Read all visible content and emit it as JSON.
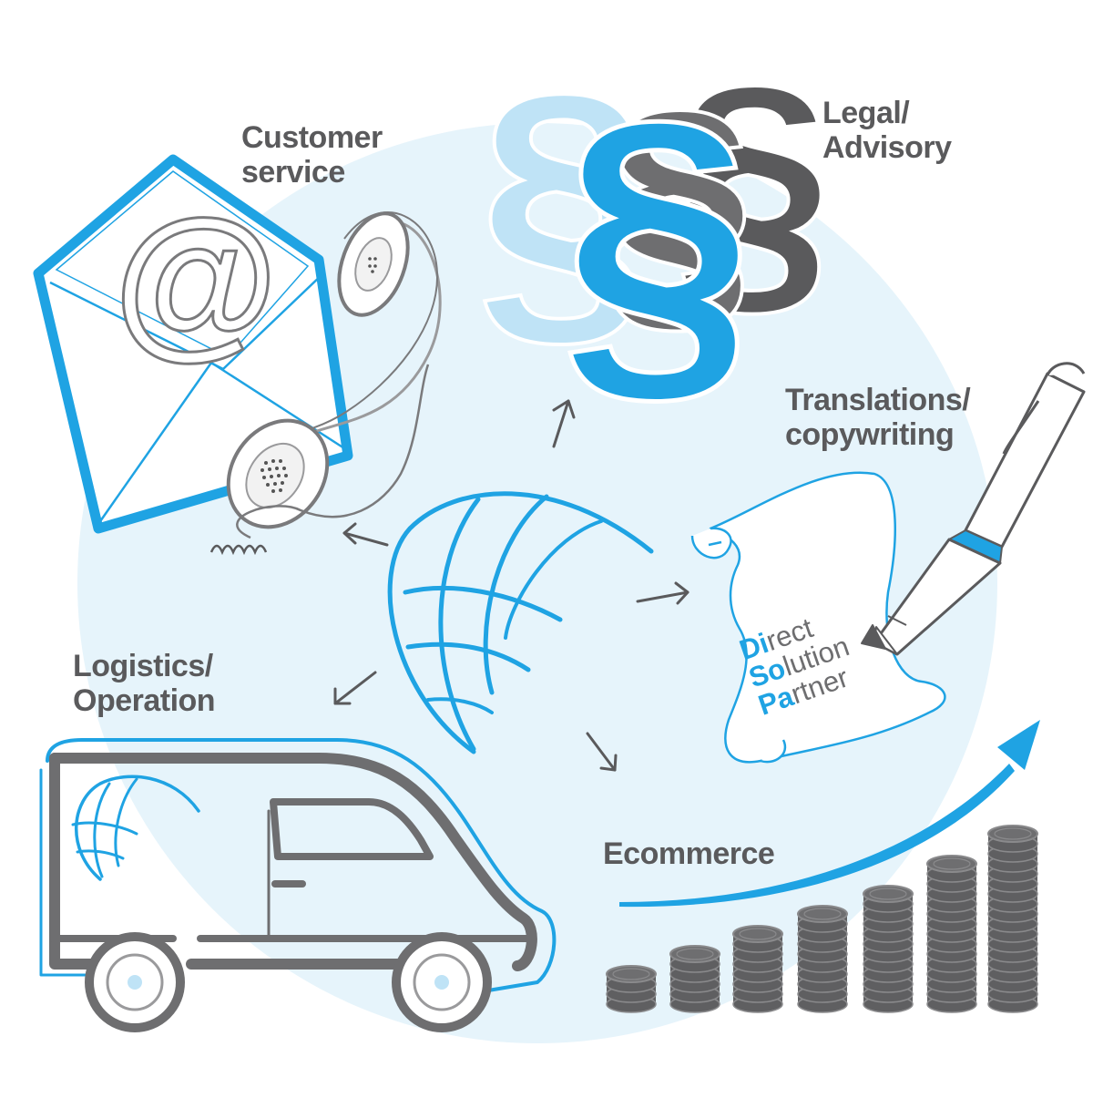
{
  "labels": {
    "customer_service": [
      "Customer",
      "service"
    ],
    "legal": [
      "Legal/",
      "Advisory"
    ],
    "translations": [
      "Translations/",
      "copywriting"
    ],
    "logistics": [
      "Logistics/",
      "Operation"
    ],
    "ecommerce": "Ecommerce"
  },
  "scroll_text": {
    "line1_bold": "Di",
    "line1_rest": "rect",
    "line2_bold": "So",
    "line2_rest": "lution",
    "line3_bold": "Pa",
    "line3_rest": "rtner"
  },
  "icons": [
    "envelope-icon",
    "at-sign-icon",
    "telephone-handset-icon",
    "paragraph-sign-icon",
    "globe-icon",
    "scroll-icon",
    "fountain-pen-icon",
    "delivery-van-icon",
    "coin-stack-icon",
    "growth-arrow-icon"
  ],
  "colors": {
    "accent_blue": "#1fa3e3",
    "light_blue": "#bfe3f6",
    "background_circle": "#e6f4fb",
    "gray": "#5a5a5c"
  },
  "coin_stacks": {
    "coins_per_stack": [
      3,
      5,
      7,
      9,
      11,
      14,
      17
    ]
  }
}
